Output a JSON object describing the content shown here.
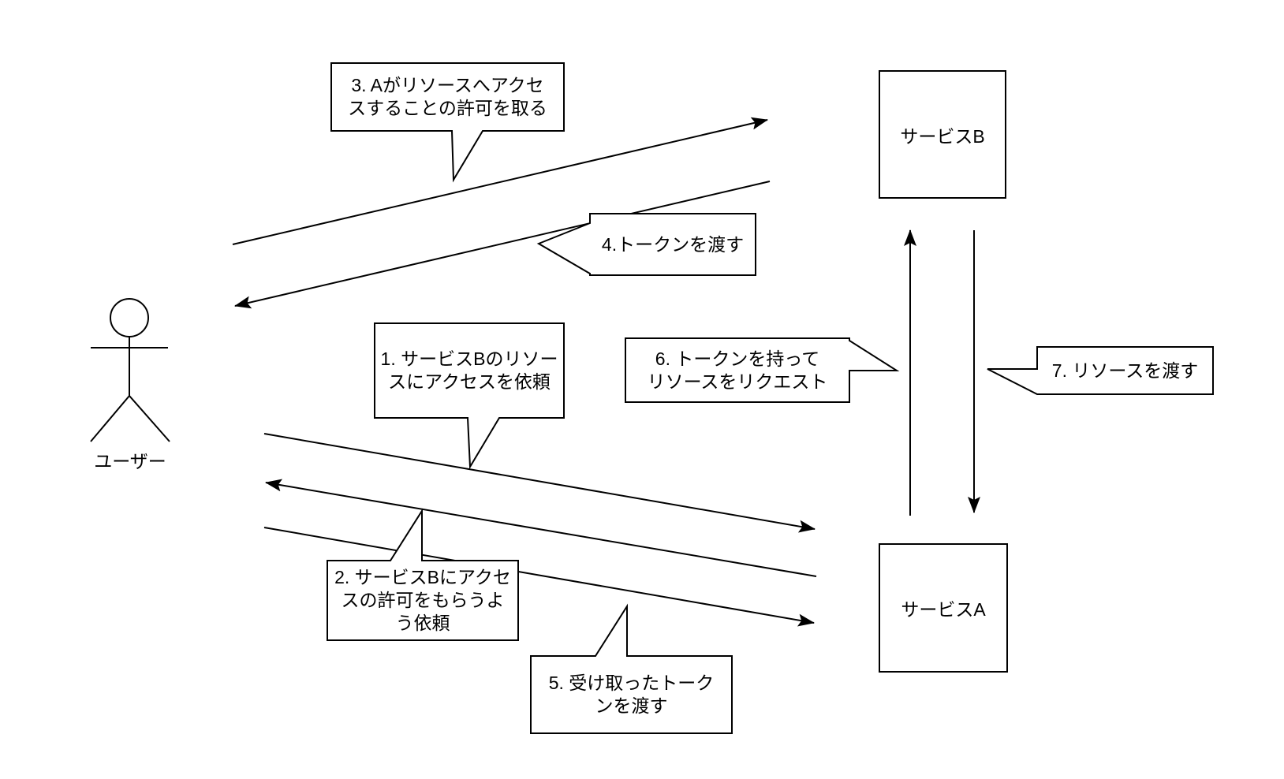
{
  "diagram": {
    "background_color": "#ffffff",
    "stroke_color": "#000000",
    "fill_color": "#ffffff",
    "nodes": {
      "user": {
        "label": "ユーザー",
        "type": "actor"
      },
      "service_b": {
        "label": "サービスB",
        "type": "box"
      },
      "service_a": {
        "label": "サービスA",
        "type": "box"
      }
    },
    "callouts": {
      "c1": {
        "text": "1. サービスBのリソースにアクセスを依頼",
        "lines": [
          "1. サービスBのリソー",
          "スにアクセスを依頼"
        ]
      },
      "c2": {
        "text": "2. サービスBにアクセスの許可をもらうよう依頼",
        "lines": [
          "2. サービスBにアクセ",
          "スの許可をもらうよ",
          "う依頼"
        ]
      },
      "c3": {
        "text": "3. Aがリソースへアクセスすることの許可を取る",
        "lines": [
          "3. Aがリソースへアクセ",
          "スすることの許可を取る"
        ]
      },
      "c4": {
        "text": "4.トークンを渡す",
        "lines": [
          "4.トークンを渡す"
        ]
      },
      "c5": {
        "text": "5. 受け取ったトークンを渡す",
        "lines": [
          "5. 受け取ったトーク",
          "ンを渡す"
        ]
      },
      "c6": {
        "text": "6. トークンを持ってリソースをリクエスト",
        "lines": [
          "6. トークンを持って",
          "リソースをリクエスト"
        ]
      },
      "c7": {
        "text": "7. リソースを渡す",
        "lines": [
          "7. リソースを渡す"
        ]
      }
    },
    "arrows": [
      {
        "step": 1,
        "from": "user",
        "to": "service_a",
        "direction": "right"
      },
      {
        "step": 2,
        "from": "service_a",
        "to": "user",
        "direction": "left"
      },
      {
        "step": 3,
        "from": "user",
        "to": "service_b",
        "direction": "right"
      },
      {
        "step": 4,
        "from": "service_b",
        "to": "user",
        "direction": "left"
      },
      {
        "step": 5,
        "from": "user",
        "to": "service_a",
        "direction": "right"
      },
      {
        "step": 6,
        "from": "service_a",
        "to": "service_b",
        "direction": "up"
      },
      {
        "step": 7,
        "from": "service_b",
        "to": "service_a",
        "direction": "down"
      }
    ]
  }
}
